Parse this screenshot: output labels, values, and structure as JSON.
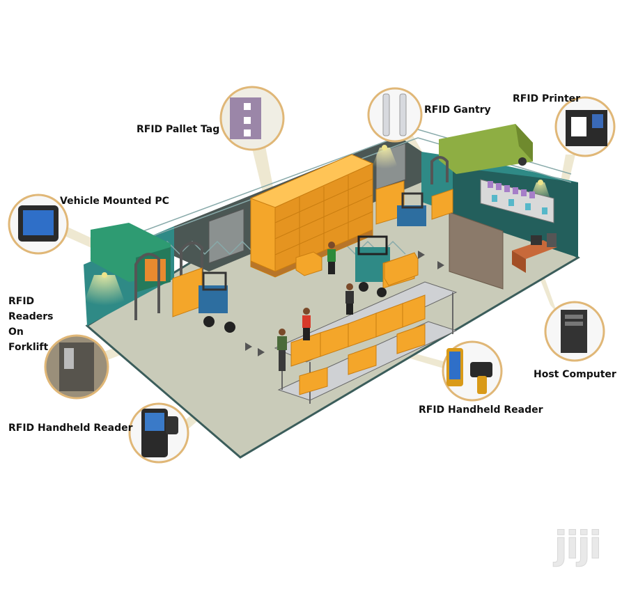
{
  "labels": {
    "pallet_tag": "RFID Pallet Tag",
    "gantry": "RFID Gantry",
    "printer": "RFID Printer",
    "vehicle_pc": "Vehicle Mounted PC",
    "forklift_readers": [
      "RFID",
      "Readers",
      "On",
      "Forklift"
    ],
    "host_computer": "Host Computer",
    "handheld_right": "RFID Handheld Reader",
    "handheld_left": "RFID Handheld Reader"
  },
  "watermark": "jiji",
  "colors": {
    "floor": "#c9cbb9",
    "wall": "#2f8a86",
    "box": "#f4a62a",
    "callout_border": "#e0b777",
    "beam": "#e8e1c6"
  }
}
